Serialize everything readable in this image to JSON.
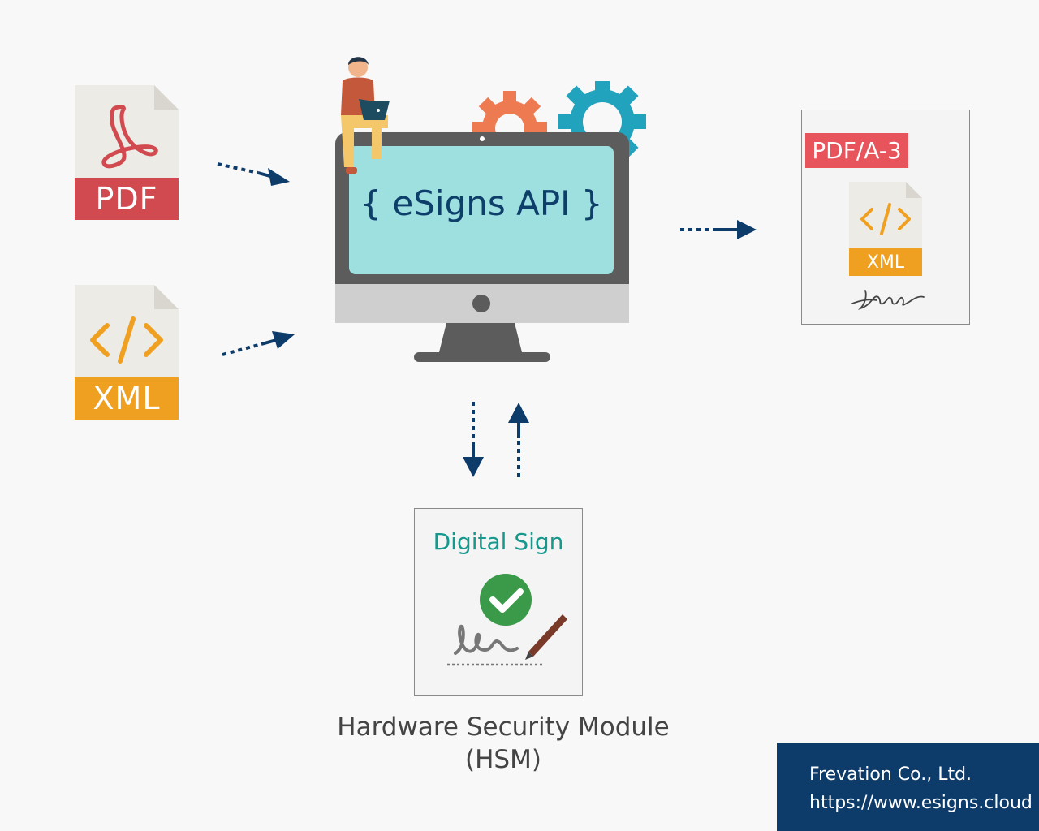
{
  "inputs": {
    "pdf": {
      "label": "PDF"
    },
    "xml": {
      "label": "XML"
    }
  },
  "api": {
    "label": "{ eSigns API }"
  },
  "output": {
    "badge": "PDF/A-3",
    "file_label": "XML"
  },
  "hsm": {
    "title": "Digital Sign",
    "caption_line1": "Hardware Security Module",
    "caption_line2": "(HSM)"
  },
  "company": {
    "name": "Frevation Co., Ltd.",
    "url": "https://www.esigns.cloud"
  },
  "colors": {
    "arrow": "#0d3b6a",
    "pdf_red": "#d14a4f",
    "xml_orange": "#f0a021",
    "screen": "#9ee0e0",
    "monitor": "#5c5c5c",
    "gear_orange": "#ee7a52",
    "gear_teal": "#22a3bd",
    "hsm_teal": "#16998c",
    "check_green": "#3a9a4a",
    "pdfa_red": "#e8545c",
    "company_bg": "#0d3b6a"
  }
}
